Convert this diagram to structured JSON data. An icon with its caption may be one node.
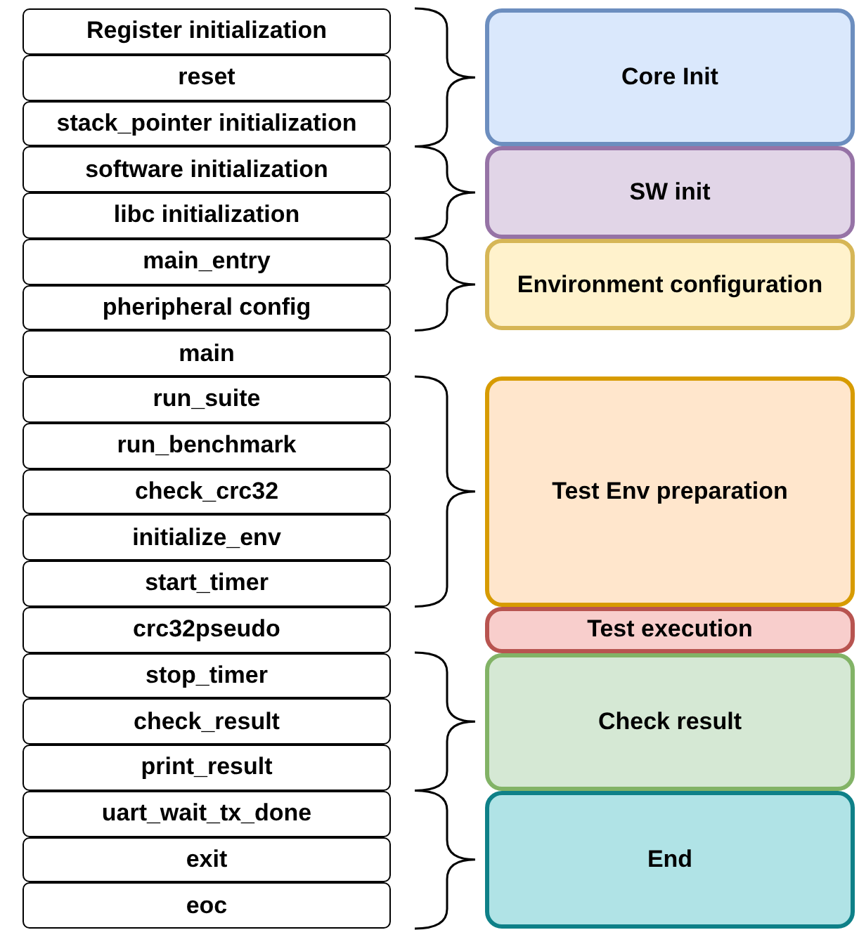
{
  "diagram": {
    "nodes": [
      {
        "text": [
          "Register initialization"
        ]
      },
      {
        "text": [
          "reset"
        ]
      },
      {
        "text": [
          "stack_pointer initialization"
        ]
      },
      {
        "text": [
          "software initialization"
        ]
      },
      {
        "text": [
          "libc initialization"
        ]
      },
      {
        "text": [
          "main_entry"
        ]
      },
      {
        "text": [
          "pheripheral config"
        ]
      },
      {
        "text": [
          "main"
        ]
      },
      {
        "text": [
          "run_suite"
        ]
      },
      {
        "text": [
          "run_benchmark"
        ]
      },
      {
        "text": [
          "check_crc32"
        ]
      },
      {
        "text": [
          "initialize_env"
        ]
      },
      {
        "text": [
          "start_timer"
        ]
      },
      {
        "text": [
          "crc32pseudo"
        ]
      },
      {
        "text": [
          "stop_timer"
        ]
      },
      {
        "text": [
          "check_result"
        ]
      },
      {
        "text": [
          "print_result"
        ]
      },
      {
        "text": [
          "uart_wait_tx_done"
        ]
      },
      {
        "text": [
          "exit"
        ]
      },
      {
        "text": [
          "eoc"
        ]
      },
      {
        "text": [
          "Core Init"
        ]
      },
      {
        "text": [
          "SW init"
        ]
      },
      {
        "text": [
          "Environment configuration"
        ]
      },
      {
        "text": [
          "Test Env preparation"
        ]
      },
      {
        "text": [
          "Test execution"
        ]
      },
      {
        "text": [
          "Check result"
        ]
      },
      {
        "text": [
          "End"
        ]
      }
    ]
  }
}
